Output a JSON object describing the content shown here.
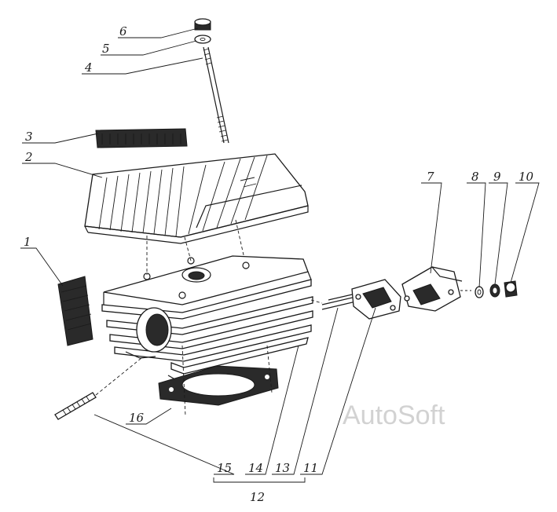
{
  "callouts": [
    {
      "id": "1",
      "label": "1"
    },
    {
      "id": "2",
      "label": "2"
    },
    {
      "id": "3",
      "label": "3"
    },
    {
      "id": "4",
      "label": "4"
    },
    {
      "id": "5",
      "label": "5"
    },
    {
      "id": "6",
      "label": "6"
    },
    {
      "id": "7",
      "label": "7"
    },
    {
      "id": "8",
      "label": "8"
    },
    {
      "id": "9",
      "label": "9"
    },
    {
      "id": "10",
      "label": "10"
    },
    {
      "id": "11",
      "label": "11"
    },
    {
      "id": "12",
      "label": "12"
    },
    {
      "id": "13",
      "label": "13"
    },
    {
      "id": "14",
      "label": "14"
    },
    {
      "id": "15",
      "label": "15"
    },
    {
      "id": "16",
      "label": "16"
    }
  ],
  "watermark": "AutoSoft",
  "colors": {
    "ink": "#1a1a1a",
    "watermark": "#d2d2d2",
    "background": "#ffffff"
  }
}
